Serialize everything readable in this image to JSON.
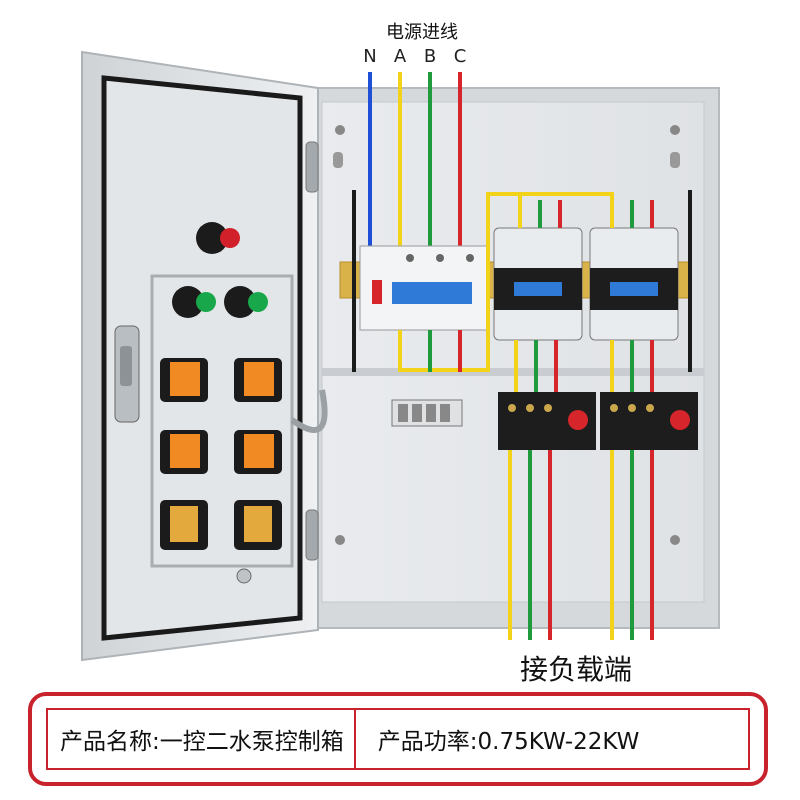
{
  "header": {
    "power_inlet_label": "电源进线",
    "phases": [
      "N",
      "A",
      "B",
      "C"
    ]
  },
  "colors": {
    "N": "#1f4fd6",
    "A": "#f3d21a",
    "B": "#1f9a3c",
    "C": "#d7262b",
    "cabinet": "#e6e8ea",
    "frame_accent": "#c8232c"
  },
  "icons": [
    "door-hinge-icon",
    "door-lock-handle-icon",
    "indicator-light-icon",
    "push-button-icon",
    "breaker-icon",
    "contactor-icon",
    "terminal-block-icon",
    "thermal-relay-icon"
  ],
  "load": {
    "label": "接负载端"
  },
  "spec": {
    "name": "产品名称:一控二水泵控制箱",
    "power": "产品功率:0.75KW-22KW"
  }
}
